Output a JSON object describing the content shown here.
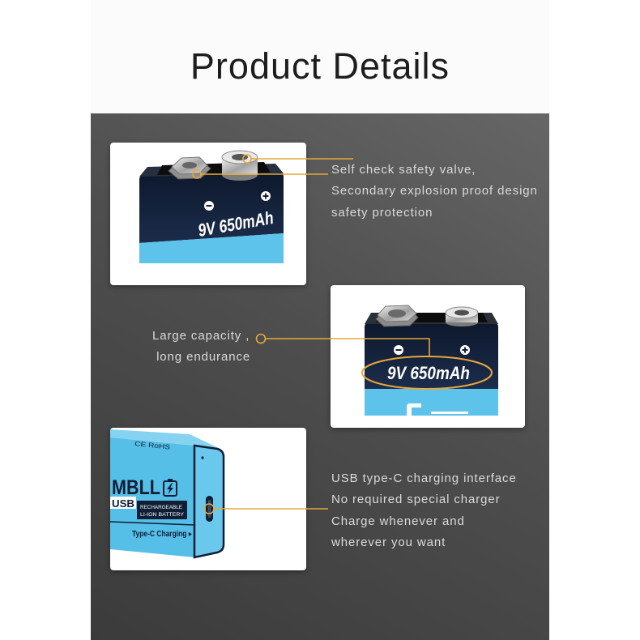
{
  "page": {
    "title": "Product Details"
  },
  "features": {
    "safety": {
      "line1": "Self check safety valve,",
      "line2": "Secondary explosion proof design",
      "line3": "safety protection"
    },
    "capacity": {
      "line1": "Large capacity ,",
      "line2": " long endurance"
    },
    "charging": {
      "line1": "USB type-C charging interface",
      "line2": "No required special charger",
      "line3": "Charge whenever and",
      "line4": "wherever you want"
    }
  },
  "battery": {
    "capacity_label": "9V 650mAh",
    "brand": "MBLL",
    "usb_label": "USB",
    "rechargeable": "RECHARGEABLE",
    "chemistry": "LI-ION BATTERY",
    "charging_label": "Type-C Charging ▸",
    "certification": "CE RoHS"
  },
  "colors": {
    "callout": "#e6a73b",
    "battery_navy": "#14213a",
    "battery_blue": "#5dc3ea",
    "description_text": "#dadada"
  }
}
